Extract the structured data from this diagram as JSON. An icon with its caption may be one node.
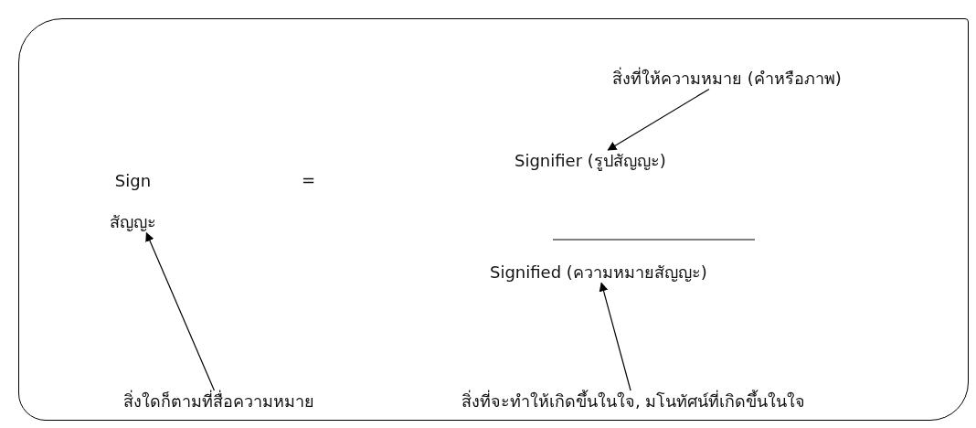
{
  "diagram": {
    "nodes": [
      {
        "text": [
          "สิ่งที่ให้ความหมาย (คำหรือภาพ)"
        ]
      },
      {
        "text": [
          "Signifier (รูปสัญญะ)"
        ]
      },
      {
        "text": [
          "Sign",
          "สัญญะ"
        ]
      },
      {
        "text": [
          "Signified (ความหมายสัญญะ)"
        ]
      },
      {
        "text": [
          "สิ่งใดก็ตามที่สื่อความหมาย"
        ]
      },
      {
        "text": [
          "สิ่งที่จะทำให้เกิดขึ้นในใจ, มโนทัศน์ที่เกิดขึ้นในใจ"
        ]
      }
    ],
    "edges": [
      {
        "from": 0,
        "to": 1,
        "arrow": "to"
      },
      {
        "from": 4,
        "to": 2,
        "arrow": "to"
      },
      {
        "from": 5,
        "to": 3,
        "arrow": "to"
      }
    ],
    "labels": [
      "="
    ]
  }
}
